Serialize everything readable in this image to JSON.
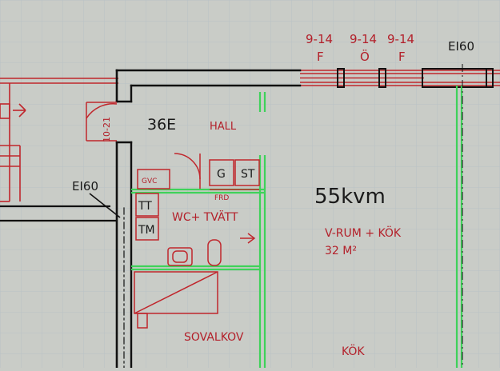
{
  "colors": {
    "background": "#c9ccc7",
    "grid": "#b9c2c6",
    "wall": "#111111",
    "red_ink": "#c0262c",
    "green_line": "#3fd25a",
    "text_dark": "#1a1a1a",
    "text_red": "#b3202a"
  },
  "labels": {
    "window_1_top": "9-14",
    "window_1_bottom": "F",
    "window_2_top": "9-14",
    "window_2_bottom": "Ö",
    "window_3_top": "9-14",
    "window_3_bottom": "F",
    "fire_class_top": "EI60",
    "fire_class_left": "EI60",
    "door_code": "10-21",
    "apartment_number": "36E",
    "hall": "HALL",
    "area": "55kvm",
    "living_kitchen": "V-RUM + KÖK",
    "living_area": "32 M²",
    "gvc": "GVC",
    "g": "G",
    "st": "ST",
    "frd": "FRD",
    "tt": "TT",
    "tm": "TM",
    "wc_laundry": "WC+ TVÄTT",
    "sleeping_alcove": "SOVALKOV",
    "kitchen": "KÖK"
  }
}
